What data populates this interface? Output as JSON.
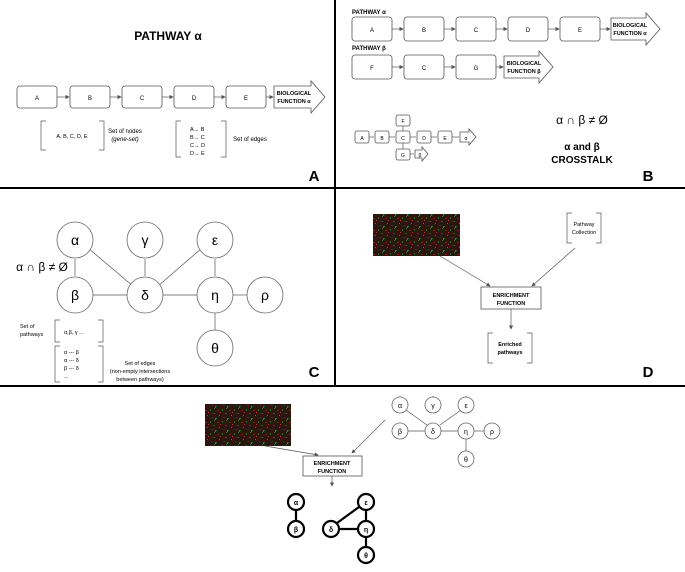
{
  "panel_a": {
    "title": "PATHWAY α",
    "nodes": [
      "A",
      "B",
      "C",
      "D",
      "E"
    ],
    "function_lines": [
      "BIOLOGICAL",
      "FUNCTION α"
    ],
    "gene_set": "A, B, C, D, E",
    "node_label_1": "Set of nodes",
    "node_label_2": "(gene-set)",
    "edges": [
      "A→ B",
      "B→ C",
      "C→ D",
      "D→ E"
    ],
    "edge_label": "Set of edges",
    "letter": "A"
  },
  "panel_b": {
    "alpha_title": "PATHWAY α",
    "alpha_nodes": [
      "A",
      "B",
      "C",
      "D",
      "E"
    ],
    "alpha_function": [
      "BIOLOGICAL",
      "FUNCTION α"
    ],
    "beta_title": "PATHWAY β",
    "beta_nodes": [
      "F",
      "C",
      "G"
    ],
    "beta_function": [
      "BIOLOGICAL",
      "FUNCTION β"
    ],
    "merged_nodes": [
      "A",
      "B",
      "C",
      "D",
      "E",
      "F",
      "G"
    ],
    "merged_alpha": "α",
    "merged_beta": "β",
    "formula": "α ∩ β ≠ Ø",
    "crosstalk_1": "α and β",
    "crosstalk_2": "CROSSTALK",
    "letter": "B"
  },
  "panel_c": {
    "nodes": [
      "α",
      "γ",
      "ε",
      "β",
      "δ",
      "η",
      "ρ",
      "θ"
    ],
    "formula": "α ∩ β ≠ Ø",
    "pathways_label": [
      "Set of",
      "pathways"
    ],
    "pathways_set": "α,β, γ ...",
    "edge_set": [
      "α --- β",
      "α --- δ",
      "β --- δ",
      "..."
    ],
    "edges_label": [
      "Set of edges",
      "(non-empty intersections",
      "between pathways)"
    ],
    "letter": "C"
  },
  "panel_d": {
    "collection": [
      "Pathway",
      "Collection"
    ],
    "enrichment": [
      "ENRICHMENT",
      "FUNCTION"
    ],
    "enriched": [
      "Enriched",
      "pathways"
    ],
    "letter": "D"
  },
  "panel_e": {
    "nodes": [
      "α",
      "γ",
      "ε",
      "β",
      "δ",
      "η",
      "ρ",
      "θ"
    ],
    "enrichment": [
      "ENRICHMENT",
      "FUNCTION"
    ],
    "result_nodes": [
      "α",
      "β",
      "ε",
      "δ",
      "η",
      "θ"
    ]
  },
  "colors": {
    "heatmap_base": "#2b1612",
    "heatmap_red": "#8a1a1a",
    "heatmap_green": "#1f6b1f"
  }
}
